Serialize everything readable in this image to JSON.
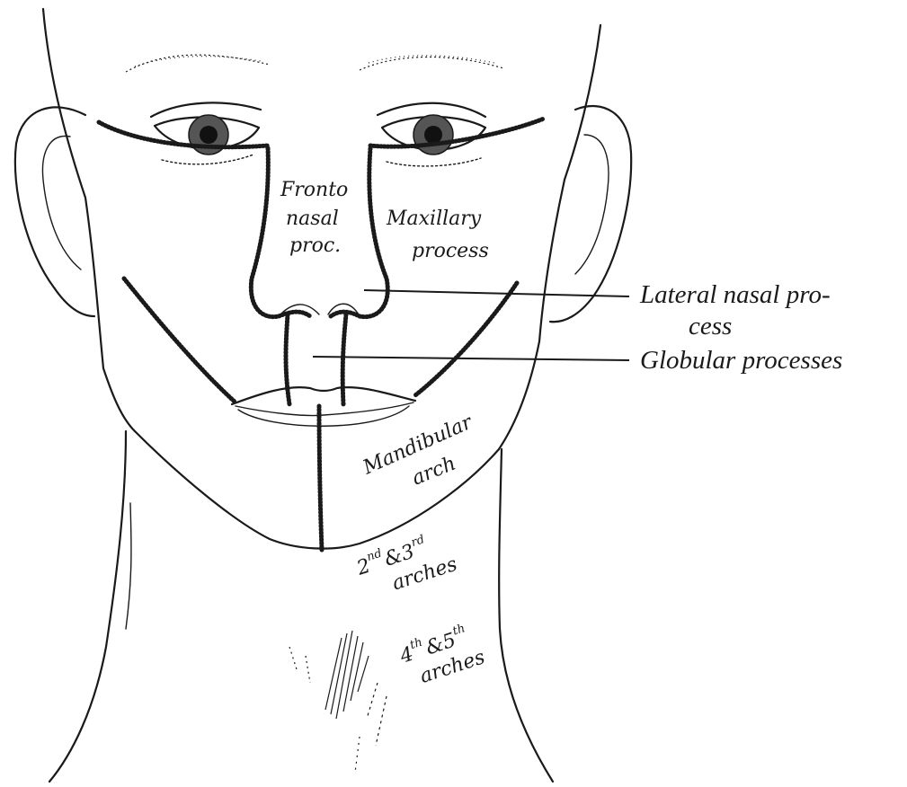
{
  "labels": {
    "fronto_1": "Fronto",
    "fronto_2": "nasal",
    "fronto_3": "proc.",
    "maxillary_1": "Maxillary",
    "maxillary_2": "process",
    "mandibular_1": "Mandibular",
    "mandibular_2": "arch",
    "arches23_num_a": "2",
    "arches23_sup_a": "nd",
    "arches23_mid": "&3",
    "arches23_sup_b": "rd",
    "arches23_word": "arches",
    "arches45_num_a": "4",
    "arches45_sup_a": "th",
    "arches45_mid": "&5",
    "arches45_sup_b": "th",
    "arches45_word": "arches"
  },
  "leaders": {
    "lateral_nasal_1": "Lateral nasal pro-",
    "lateral_nasal_2": "cess",
    "globular": "Globular processes"
  }
}
